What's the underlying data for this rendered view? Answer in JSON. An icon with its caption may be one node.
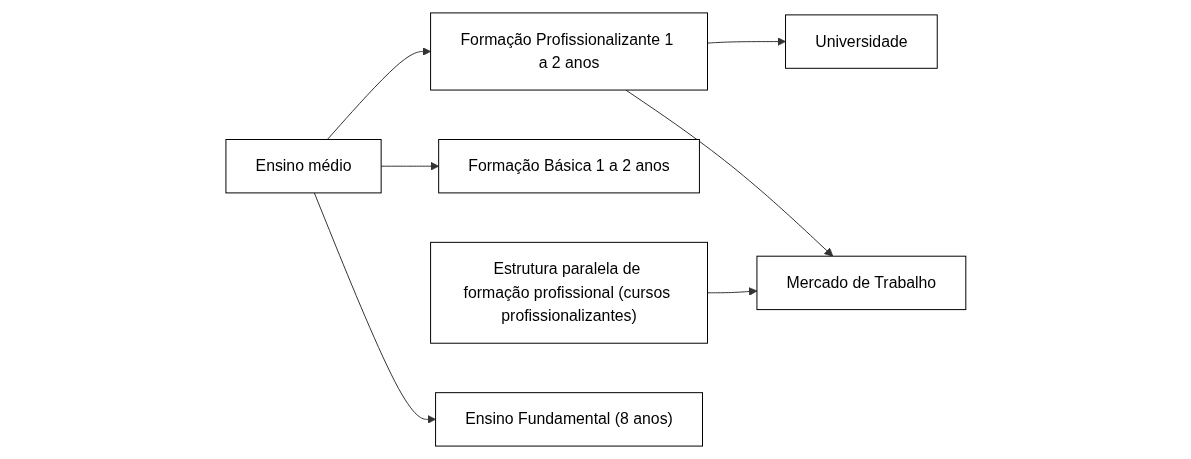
{
  "diagram": {
    "nodes": [
      {
        "text": [
          "Universidade"
        ]
      },
      {
        "text": [
          "Mercado de Trabalho"
        ]
      },
      {
        "text": [
          "Ensino médio"
        ]
      },
      {
        "text": [
          "Formação Profissionalizante 1 a 2 anos"
        ]
      },
      {
        "text": [
          "Formação Básica 1 a 2 anos"
        ]
      },
      {
        "text": [
          "Estrutura paralela de formação profissional (cursos profissionalizantes)"
        ]
      },
      {
        "text": [
          "Ensino Fundamental (8 anos)"
        ]
      }
    ],
    "edges": [
      {
        "from": 2,
        "to": 3,
        "arrow": "to"
      },
      {
        "from": 2,
        "to": 4,
        "arrow": "to"
      },
      {
        "from": 2,
        "to": 6,
        "arrow": "to"
      },
      {
        "from": 3,
        "to": 0,
        "arrow": "to"
      },
      {
        "from": 3,
        "to": 1,
        "arrow": "to"
      },
      {
        "from": 5,
        "to": 1,
        "arrow": "to"
      }
    ]
  }
}
